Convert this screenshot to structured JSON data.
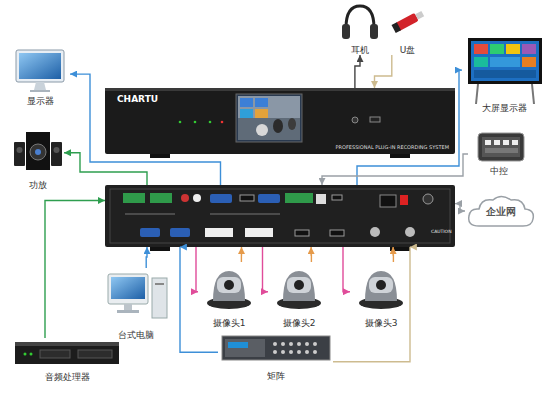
{
  "diagram": {
    "nodes": [
      {
        "text": [
          "CHARTU",
          "PROFESSIONAL PLUG-IN RECORDING SYSTEM"
        ]
      },
      {
        "text": [
          "CAUTION"
        ]
      },
      {
        "text": [
          "显示器"
        ]
      },
      {
        "text": [
          "功放"
        ]
      },
      {
        "text": [
          "耳机"
        ]
      },
      {
        "text": [
          "U盘"
        ]
      },
      {
        "text": [
          "大屏显示器"
        ]
      },
      {
        "text": [
          "中控"
        ]
      },
      {
        "text": [
          "企业网"
        ]
      },
      {
        "text": [
          "台式电脑"
        ]
      },
      {
        "text": [
          "摄像头1"
        ]
      },
      {
        "text": [
          "摄像头2"
        ]
      },
      {
        "text": [
          "摄像头3"
        ]
      },
      {
        "text": [
          "矩阵"
        ]
      },
      {
        "text": [
          "音频处理器"
        ]
      }
    ],
    "edges": [
      {
        "from": 1,
        "to": 2,
        "arrow": "to"
      },
      {
        "from": 1,
        "to": 3,
        "arrow": "to"
      },
      {
        "from": 0,
        "to": 4,
        "arrow": "to"
      },
      {
        "from": 5,
        "to": 0,
        "arrow": "to"
      },
      {
        "from": 1,
        "to": 6,
        "arrow": "to"
      },
      {
        "from": 7,
        "to": 1,
        "arrow": "to"
      },
      {
        "from": 1,
        "to": 8,
        "arrow": "both"
      },
      {
        "from": 9,
        "to": 1,
        "arrow": "to"
      },
      {
        "from": 14,
        "to": 1,
        "arrow": "to"
      },
      {
        "from": 10,
        "to": 1,
        "arrow": "to"
      },
      {
        "from": 1,
        "to": 10,
        "arrow": "to"
      },
      {
        "from": 11,
        "to": 1,
        "arrow": "to"
      },
      {
        "from": 1,
        "to": 11,
        "arrow": "to"
      },
      {
        "from": 12,
        "to": 1,
        "arrow": "to"
      },
      {
        "from": 1,
        "to": 12,
        "arrow": "to"
      },
      {
        "from": 13,
        "to": 1,
        "arrow": "to"
      },
      {
        "from": 13,
        "to": 1,
        "arrow": "to"
      }
    ]
  }
}
